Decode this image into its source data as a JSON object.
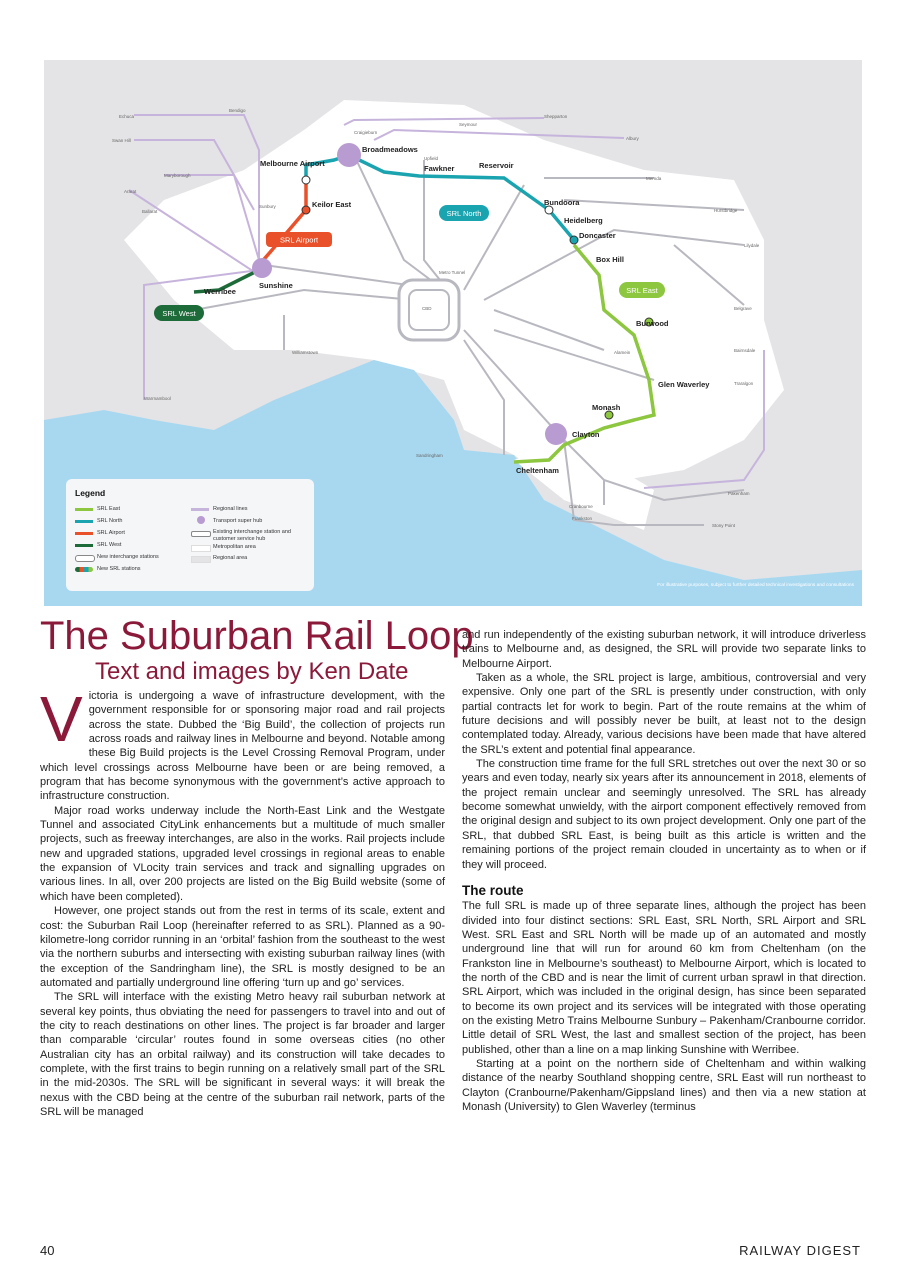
{
  "map": {
    "colors": {
      "srl_east": "#8dc63f",
      "srl_north": "#1aa4b0",
      "srl_airport": "#e8512a",
      "srl_west": "#1e6b3a",
      "regional": "#c6b4dc",
      "metro": "#b8b8c0",
      "water": "#a8d8f0"
    },
    "labels": {
      "echuca": "Echuca",
      "bendigo": "Bendigo",
      "swan_hill": "Swan Hill",
      "seymour": "Seymour",
      "shepparton": "Shepparton",
      "albury": "Albury",
      "craigieburn": "Craigieburn",
      "broadmeadows": "Broadmeadows",
      "upfield": "Upfield",
      "fawkner": "Fawkner",
      "melbourne_airport": "Melbourne Airport",
      "maryborough": "Maryborough",
      "ararat": "Ararat",
      "ballarat": "Ballarat",
      "sunbury": "Sunbury",
      "keilor_east": "Keilor East",
      "mernda": "Mernda",
      "reservoir": "Reservoir",
      "bundoora": "Bundoora",
      "heidelberg": "Heidelberg",
      "hurstbridge": "Hurstbridge",
      "doncaster": "Doncaster",
      "lilydale": "Lilydale",
      "box_hill": "Box Hill",
      "belgrave": "Belgrave",
      "werribee": "Werribee",
      "sunshine": "Sunshine",
      "metro_tunnel": "Metro Tunnel",
      "cbd": "CBD",
      "williamstown": "Williamstown",
      "warrnambool": "Warrnambool",
      "burwood": "Burwood",
      "alamein": "Alamein",
      "bairnsdale": "Bairnsdale",
      "traralgon": "Traralgon",
      "glen_waverley": "Glen Waverley",
      "monash": "Monash",
      "clayton": "Clayton",
      "sandringham": "Sandringham",
      "cheltenham": "Cheltenham",
      "pakenham": "Pakenham",
      "cranbourne": "Cranbourne",
      "frankston": "Frankston",
      "stony_point": "Stony Point"
    },
    "badges": {
      "srl_north": "SRL North",
      "srl_east": "SRL East",
      "srl_airport": "SRL Airport",
      "srl_west": "SRL West"
    },
    "legend": {
      "title": "Legend",
      "items": [
        "SRL East",
        "SRL North",
        "SRL Airport",
        "SRL West",
        "New interchange stations",
        "New SRL stations",
        "Regional lines",
        "Transport super hub",
        "Existing interchange station and customer service hub",
        "Metropolitan area",
        "Regional area"
      ]
    },
    "disclaimer": "For illustrative purposes, subject to further detailed technical investigations and consultations"
  },
  "article": {
    "title": "The Suburban Rail Loop",
    "byline": "Text and images by Ken Date",
    "dropcap": "V",
    "col1": [
      "ictoria is undergoing a wave of infrastructure development, with the government responsible for or sponsoring major road and rail projects across the state. Dubbed the ‘Big Build’, the collection of projects run across roads and railway lines in Melbourne and beyond. Notable among these Big Build projects is the Level Crossing Removal Program, under which level crossings across Melbourne have been or are being removed, a program that has become synonymous with the government’s active approach to infrastructure construction.",
      "Major road works underway include the North-East Link and the Westgate Tunnel and associated CityLink enhancements but a multitude of much smaller projects, such as freeway interchanges, are also in the works. Rail projects include new and upgraded stations, upgraded level crossings in regional areas to enable the expansion of VLocity train services and track and signalling upgrades on various lines. In all, over 200 projects are listed on the Big Build website (some of which have been completed).",
      "However, one project stands out from the rest in terms of its scale, extent and cost: the Suburban Rail Loop (hereinafter referred to as SRL). Planned as a 90-kilometre-long corridor running in an ‘orbital’ fashion from the southeast to the west via the northern suburbs and intersecting with existing suburban railway lines (with the exception of the Sandringham line), the SRL is mostly designed to be an automated and partially underground line offering ‘turn up and go’ services.",
      "The SRL will interface with the existing Metro heavy rail suburban network at several key points, thus obviating the need for passengers to travel into and out of the city to reach destinations on other lines. The project is far broader and larger than comparable ‘circular’ routes found in some overseas cities (no other Australian city has an orbital railway) and its construction will take decades to complete, with the first trains to begin running on a relatively small part of the SRL in the mid-2030s. The SRL will be significant in several ways: it will break the nexus with the CBD being at the centre of the suburban rail network, parts of the SRL will be managed"
    ],
    "col2": [
      "and run independently of the existing suburban network, it will introduce driverless trains to Melbourne and, as designed, the SRL will provide two separate links to Melbourne Airport.",
      "Taken as a whole, the SRL project is large, ambitious, controversial and very expensive. Only one part of the SRL is presently under construction, with only partial contracts let for work to begin. Part of the route remains at the whim of future decisions and will possibly never be built, at least not to the design contemplated today. Already, various decisions have been made that have altered the SRL’s extent and potential final appearance.",
      "The construction time frame for the full SRL stretches out over the next 30 or so years and even today, nearly six years after its announcement in 2018, elements of the project remain unclear and seemingly unresolved. The SRL has already become somewhat unwieldy, with the airport component effectively removed from the original design and subject to its own project development. Only one part of the SRL, that dubbed SRL East, is being built as this article is written and the remaining portions of the project remain clouded in uncertainty as to when or if they will proceed."
    ],
    "heading": "The route",
    "col2b": [
      "The full SRL is made up of three separate lines, although the project has been divided into four distinct sections: SRL East, SRL North, SRL Airport and SRL West. SRL East and SRL North will be made up of an automated and mostly underground line that will run for around 60 km from Cheltenham (on the Frankston line in Melbourne’s southeast) to Melbourne Airport, which is located to the north of the CBD and is near the limit of current urban sprawl in that direction. SRL Airport, which was included in the original design, has since been separated to become its own project and its services will be integrated with those operating on the existing Metro Trains Melbourne Sunbury – Pakenham/Cranbourne corridor. Little detail of SRL West, the last and smallest section of the project, has been published, other than a line on a map linking Sunshine with Werribee.",
      "Starting at a point on the northern side of Cheltenham and within walking distance of the nearby Southland shopping centre, SRL East will run northeast to Clayton (Cranbourne/Pakenham/Gippsland lines) and then via a new station at Monash (University) to Glen Waverley (terminus"
    ]
  },
  "footer": {
    "page_number": "40",
    "magazine": "RAILWAY DIGEST"
  }
}
